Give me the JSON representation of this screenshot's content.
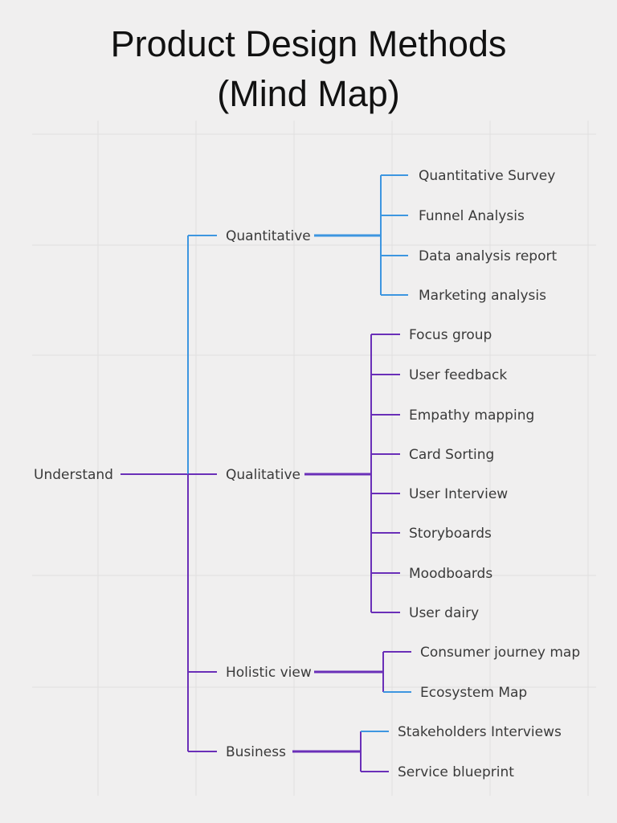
{
  "title": {
    "line1": "Product Design Methods",
    "line2": "(Mind Map)"
  },
  "colors": {
    "background": "#f0efef",
    "blue": "#3d96e0",
    "purple": "#6a2fb8",
    "text": "#3a3a3a"
  },
  "root": "Understand",
  "branches": [
    {
      "label": "Quantitative",
      "color": "blue",
      "children": [
        {
          "label": "Quantitative Survey",
          "color": "blue"
        },
        {
          "label": "Funnel Analysis",
          "color": "blue"
        },
        {
          "label": "Data analysis report",
          "color": "blue"
        },
        {
          "label": "Marketing analysis",
          "color": "blue"
        }
      ]
    },
    {
      "label": "Qualitative",
      "color": "purple",
      "children": [
        {
          "label": "Focus group",
          "color": "purple"
        },
        {
          "label": "User feedback",
          "color": "purple"
        },
        {
          "label": "Empathy mapping",
          "color": "purple"
        },
        {
          "label": "Card Sorting",
          "color": "purple"
        },
        {
          "label": "User Interview",
          "color": "purple"
        },
        {
          "label": "Storyboards",
          "color": "purple"
        },
        {
          "label": "Moodboards",
          "color": "purple"
        },
        {
          "label": "User dairy",
          "color": "purple"
        }
      ]
    },
    {
      "label": "Holistic view",
      "color": "purple",
      "children": [
        {
          "label": "Consumer journey map",
          "color": "purple"
        },
        {
          "label": "Ecosystem Map",
          "color": "blue"
        }
      ]
    },
    {
      "label": "Business",
      "color": "purple",
      "children": [
        {
          "label": "Stakeholders Interviews",
          "color": "blue"
        },
        {
          "label": "Service blueprint",
          "color": "purple"
        }
      ]
    }
  ]
}
